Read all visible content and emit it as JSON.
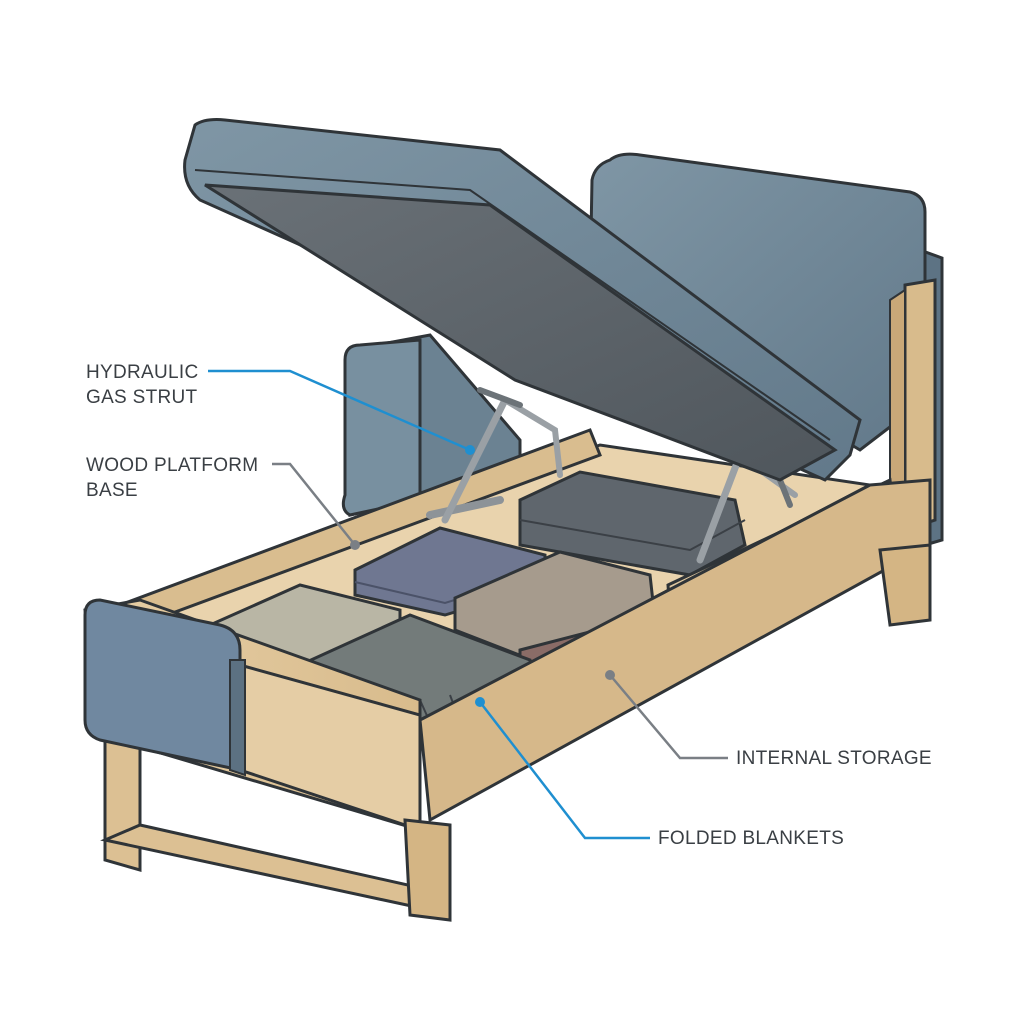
{
  "labels": {
    "strut": {
      "line1": "HYDRAULIC",
      "line2": "GAS STRUT"
    },
    "base": {
      "line1": "WOOD PLATFORM",
      "line2": "BASE"
    },
    "storage": "INTERNAL STORAGE",
    "blankets": "FOLDED BLANKETS"
  },
  "colors": {
    "upholstery": "#6f8796",
    "upholstery_dark": "#55697a",
    "lid_underside": "#5e656b",
    "wood": "#e2c9a0",
    "wood_dark": "#c9a878",
    "outline": "#2f3438",
    "leader_blue": "#1f8fd0",
    "leader_gray": "#7a7f85"
  }
}
